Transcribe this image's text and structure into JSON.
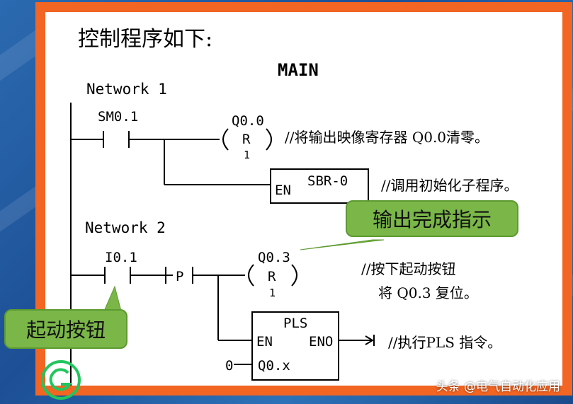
{
  "heading": "控制程序如下:",
  "program_title": "MAIN",
  "network1": {
    "label": "Network 1",
    "contact": "SM0.1",
    "coil_address": "Q0.0",
    "coil_type": "R",
    "coil_count": "1",
    "coil_comment": "//将输出映像寄存器 Q0.0清零。",
    "call_en": "EN",
    "call_name": "SBR-0",
    "call_comment": "//调用初始化子程序。"
  },
  "network2": {
    "label": "Network 2",
    "contact": "I0.1",
    "edge": "P",
    "coil_address": "Q0.3",
    "coil_type": "R",
    "coil_count": "1",
    "coil_comment_line1": "//按下起动按钮",
    "coil_comment_line2": "将 Q0.3 复位。",
    "box_name": "PLS",
    "box_en": "EN",
    "box_eno": "ENO",
    "box_input_value": "0",
    "box_input_name": "Q0.x",
    "box_comment": "//执行PLS 指令。"
  },
  "callouts": {
    "output_indicator": "输出完成指示",
    "start_button": "起动按钮"
  },
  "watermark": "头条 @电气自动化应用",
  "colors": {
    "frame": "#f26522",
    "callout": "#7ab648",
    "background": "#2b6ab0",
    "logo": "#22c55e"
  }
}
